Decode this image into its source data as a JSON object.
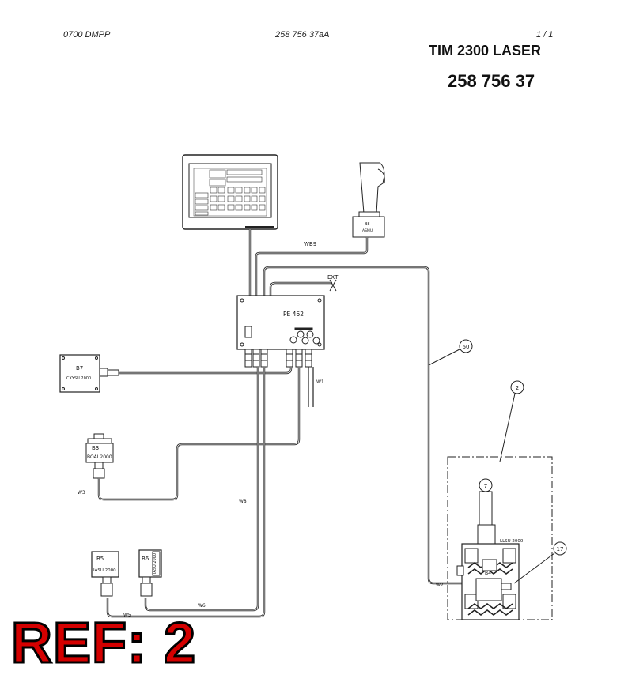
{
  "header": {
    "left": "0700 DMPP",
    "center": "258 756 37aA",
    "page": "1 /  1",
    "title": "TIM 2300 LASER",
    "number": "258 756 37"
  },
  "labels": {
    "pe": "PE 462",
    "ext": "EXT",
    "wb9": "WB9",
    "w1": "W1",
    "w3": "W3",
    "w8": "W8",
    "w5": "W5",
    "w6": "W6",
    "w7": "W7",
    "b7": "B7",
    "b7_sub": "CXYSU 2000",
    "b3": "B3",
    "b3_sub": "BOAI 2000",
    "b5": "B5",
    "b5_sub": "IASU 2000",
    "b6": "B6",
    "b6_sub": "IASU 2000",
    "b8": "B8",
    "b8_sub": "ASMU",
    "b4": "B4",
    "llsu": "LLSU 2000",
    "callout_60": "60",
    "callout_2": "2",
    "callout_7": "7",
    "callout_17": "17"
  },
  "ref": "REF: 2"
}
